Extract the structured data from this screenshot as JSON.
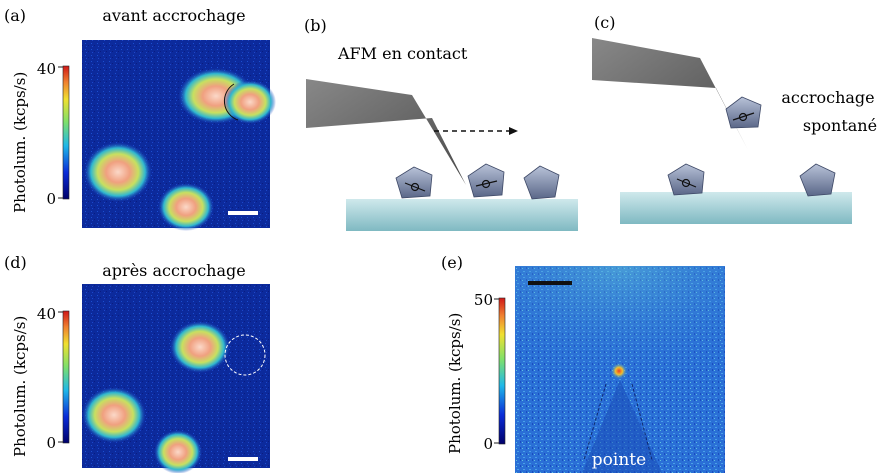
{
  "panels": {
    "a": {
      "letter": "(a)",
      "title": "avant accrochage",
      "colorbar": {
        "label": "Photolum. (kcps/s)",
        "max_tick": "40",
        "min_tick": "0"
      }
    },
    "b": {
      "letter": "(b)",
      "caption": "AFM en contact"
    },
    "c": {
      "letter": "(c)",
      "caption_line1": "accrochage",
      "caption_line2": "spontané"
    },
    "d": {
      "letter": "(d)",
      "title": "après accrochage",
      "colorbar": {
        "label": "Photolum. (kcps/s)",
        "max_tick": "40",
        "min_tick": "0"
      }
    },
    "e": {
      "letter": "(e)",
      "tip_label": "pointe",
      "colorbar": {
        "label": "Photolum. (kcps/s)",
        "max_tick": "50",
        "min_tick": "0"
      }
    }
  },
  "colors": {
    "map_background": "#0d2a9a",
    "spot_core": "#f2b89a",
    "spot_mid": "#3fb8d8",
    "tip_gray": "#6e6e6e",
    "substrate": "#a9d3d8",
    "crystal": "#8c98b4",
    "map_e_background": "#2f74d8"
  }
}
